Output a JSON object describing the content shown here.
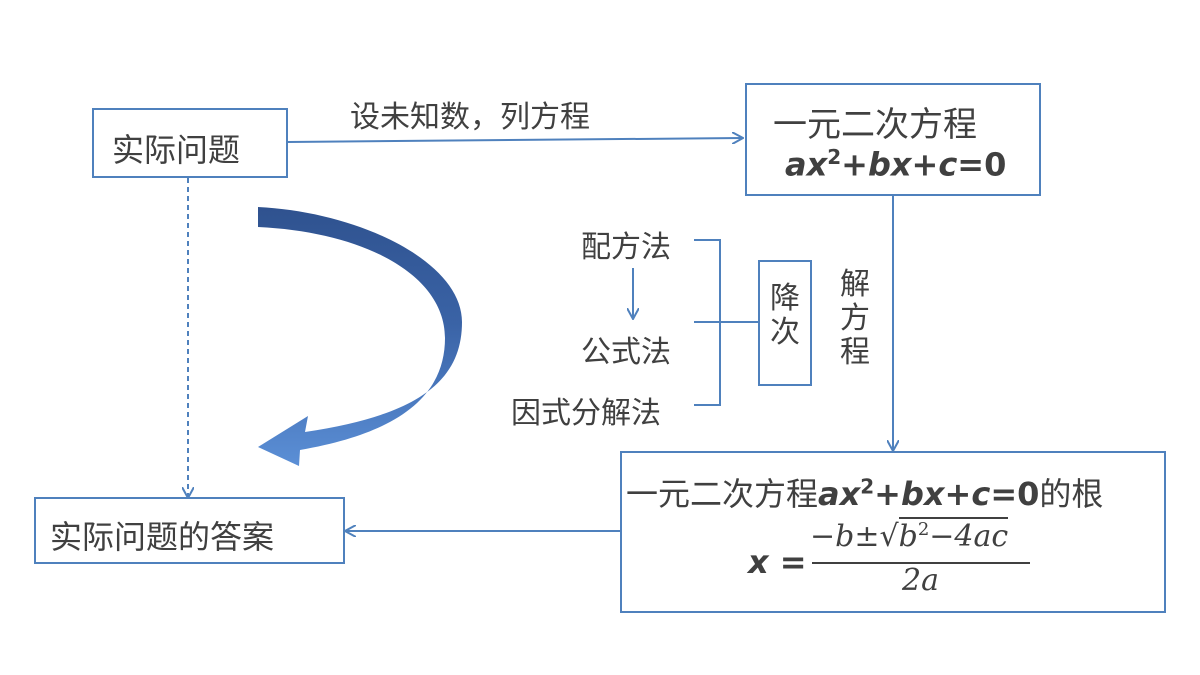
{
  "nodes": {
    "real_problem": "实际问题",
    "equation_title": "一元二次方程",
    "equation_formula": {
      "a": "a",
      "x": "x",
      "sup": "2",
      "rest": "+",
      "b": "b",
      "x2": "x",
      "plus": "+",
      "c": "c",
      "eq": "=0"
    },
    "answer": "实际问题的答案",
    "roots_title_prefix": "一元二次方程",
    "roots_title_suffix": "的根",
    "reduce_order": "降次",
    "solve_equation": "解方程"
  },
  "edges": {
    "setup_label": "设未知数，列方程"
  },
  "methods": {
    "completing_square": "配方法",
    "formula": "公式法",
    "factoring": "因式分解法"
  },
  "formula": {
    "lhs": "x",
    "eq": "=",
    "numerator_prefix": "−b±",
    "radicand": "b",
    "radicand_sup": "2",
    "radicand_rest": "−4ac",
    "denominator": "2a"
  },
  "colors": {
    "line": "#4f81bd",
    "arrow_dark": "#2f528f",
    "arrow_light": "#5b8fd6"
  }
}
